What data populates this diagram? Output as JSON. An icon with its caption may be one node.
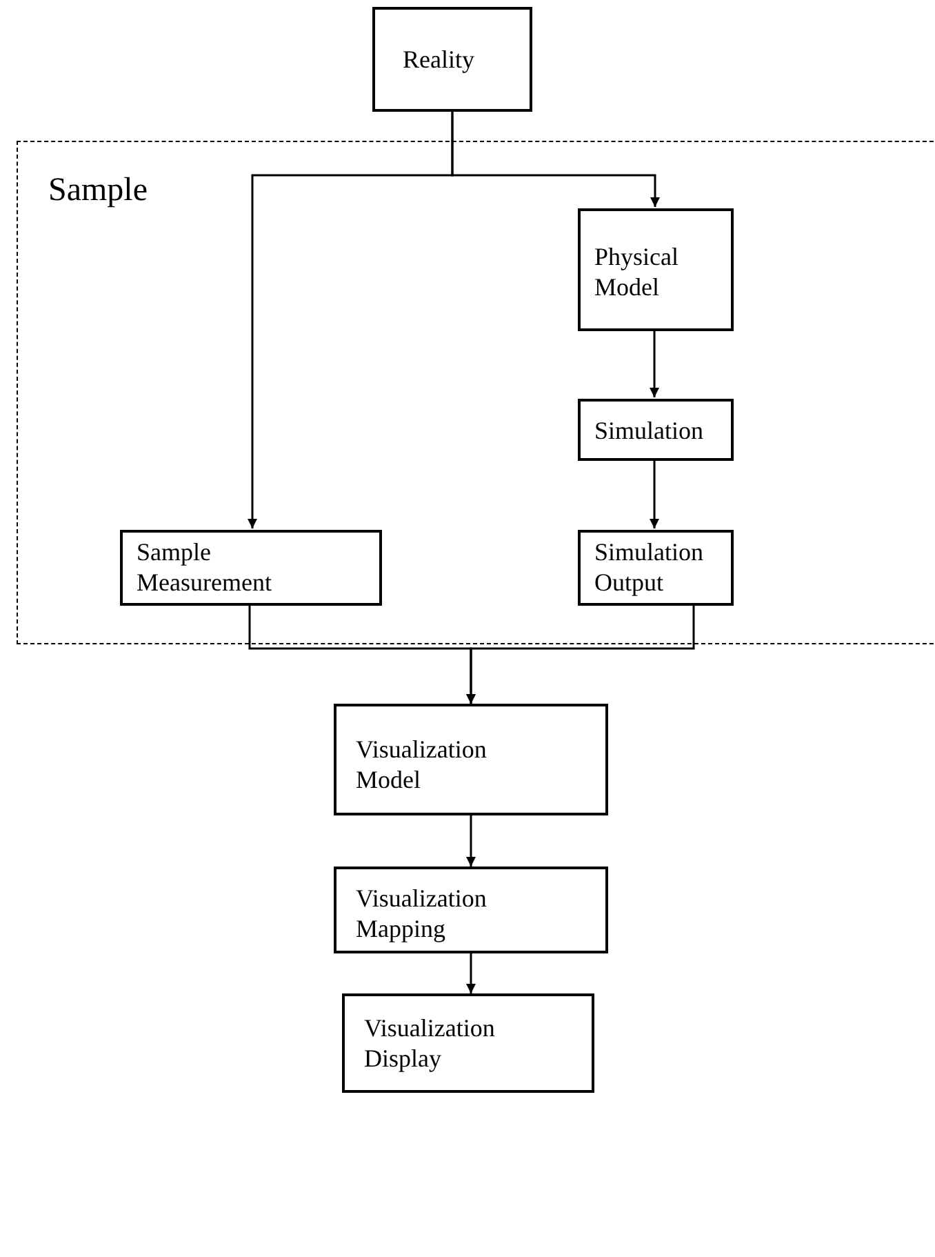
{
  "diagram": {
    "nodes": [
      {
        "text": [
          "Reality"
        ]
      },
      {
        "text": [
          "Sample"
        ]
      },
      {
        "text": [
          "Physical Model"
        ],
        "in": 1
      },
      {
        "text": [
          "Simulation"
        ],
        "in": 1
      },
      {
        "text": [
          "Sample Measurement"
        ],
        "in": 1
      },
      {
        "text": [
          "Simulation Output"
        ],
        "in": 1
      },
      {
        "text": [
          "Visualization Model"
        ]
      },
      {
        "text": [
          "Visualization Mapping"
        ]
      },
      {
        "text": [
          "Visualization Display"
        ]
      }
    ],
    "edges": [
      {
        "from": 0,
        "to": 2,
        "arrow": "to"
      },
      {
        "from": 0,
        "to": 4,
        "arrow": "to"
      },
      {
        "from": 2,
        "to": 3,
        "arrow": "to"
      },
      {
        "from": 3,
        "to": 5,
        "arrow": "to"
      },
      {
        "from": 4,
        "to": 6,
        "arrow": "to"
      },
      {
        "from": 5,
        "to": 6,
        "arrow": "to"
      },
      {
        "from": 6,
        "to": 7,
        "arrow": "to"
      },
      {
        "from": 7,
        "to": 8,
        "arrow": "to"
      }
    ]
  }
}
